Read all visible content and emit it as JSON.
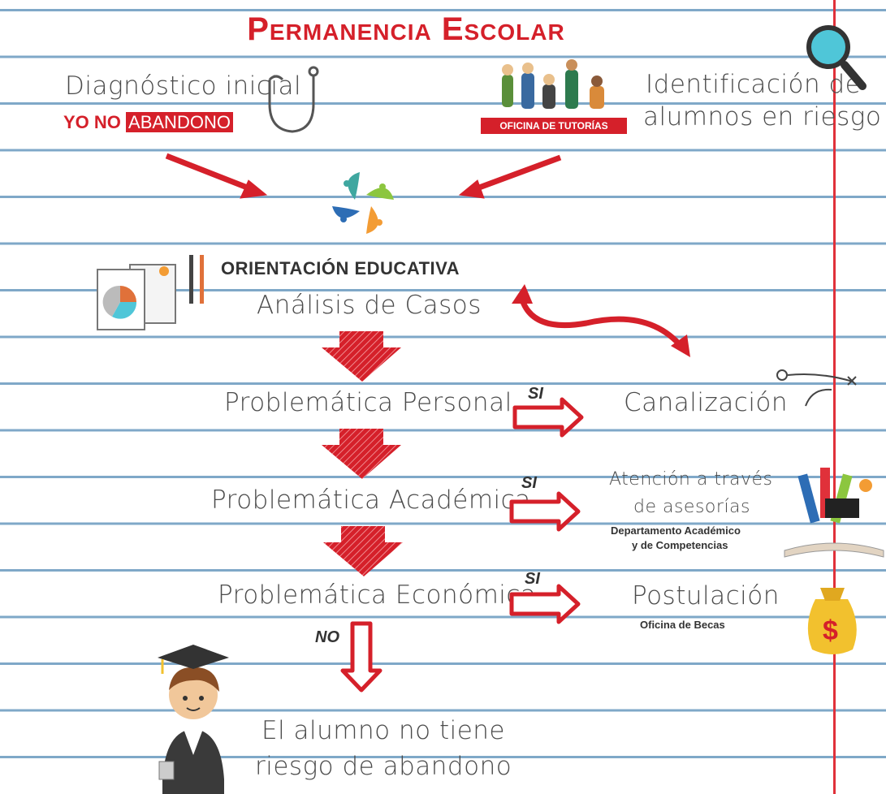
{
  "title": "Permanencia Escolar",
  "diagnostic": {
    "label": "Diagnóstico inicial",
    "logo_prefix": "YO NO",
    "logo_box": "ABANDONO"
  },
  "identification": {
    "line1": "Identificación de",
    "line2": "alumnos en riesgo",
    "office": "OFICINA DE TUTORÍAS"
  },
  "orientation": {
    "heading": "ORIENTACIÓN EDUCATIVA",
    "subtitle": "Análisis de Casos"
  },
  "steps": {
    "personal": {
      "label": "Problemática Personal",
      "yes": "SI",
      "result": "Canalización"
    },
    "academic": {
      "label": "Problemática Académica",
      "yes": "SI",
      "result_line1": "Atención a través",
      "result_line2": "de asesorías",
      "dept_line1": "Departamento Académico",
      "dept_line2": "y de Competencias"
    },
    "economic": {
      "label": "Problemática Económica",
      "yes": "SI",
      "result": "Postulación",
      "office": "Oficina de Becas"
    }
  },
  "no_label": "NO",
  "final": {
    "line1": "El alumno no tiene",
    "line2": "riesgo de abandono"
  },
  "colors": {
    "accent": "#d5202a",
    "rule": "#7fa8c8",
    "margin": "#e0313a"
  },
  "icons": [
    "stethoscope-icon",
    "magnifier-icon",
    "students-icon",
    "star-logo-icon",
    "documents-icon",
    "pencils-icon",
    "route-icon",
    "books-icon",
    "money-bag-icon",
    "graduate-icon"
  ]
}
